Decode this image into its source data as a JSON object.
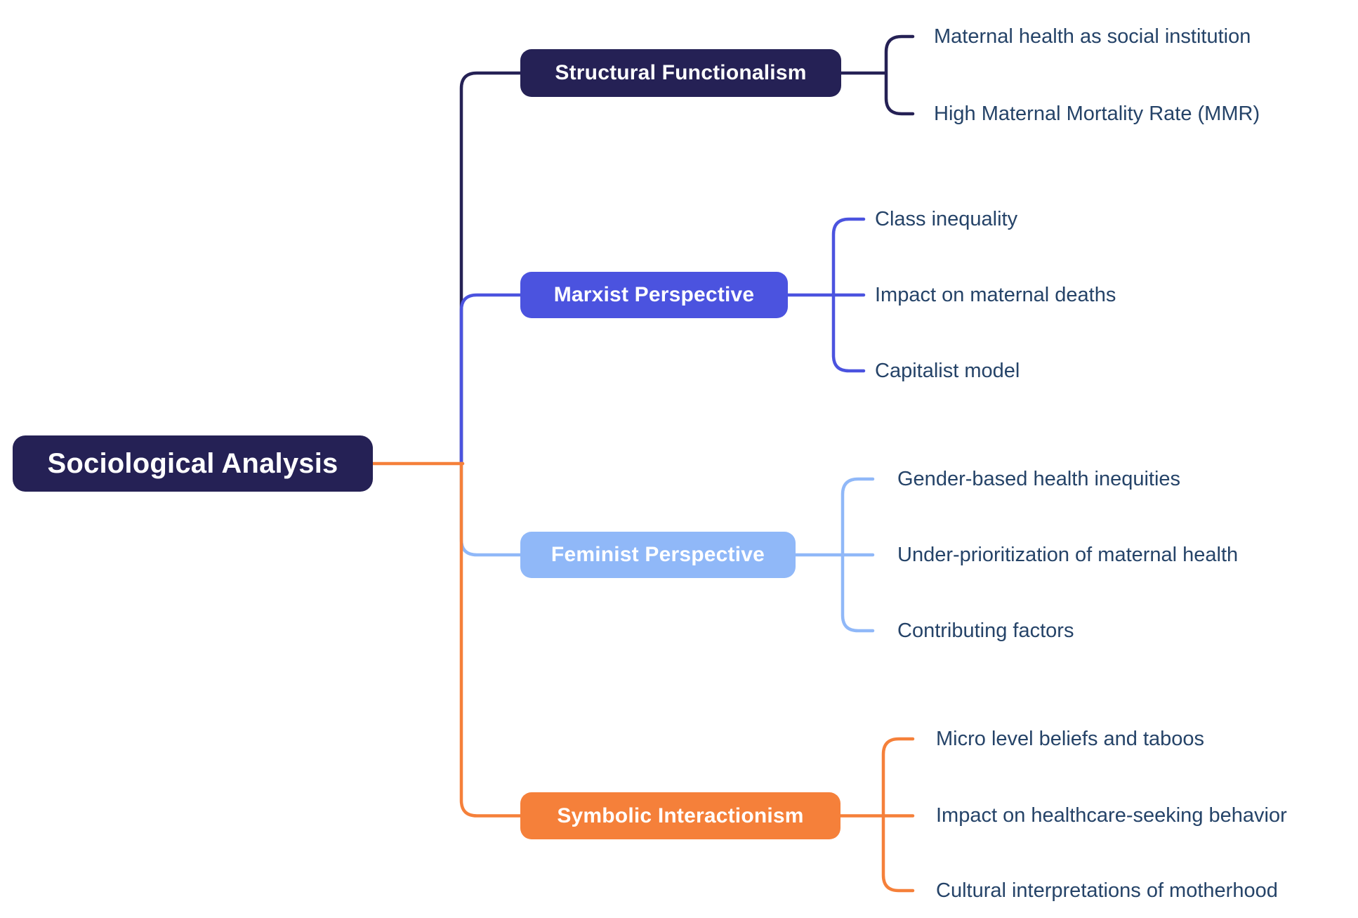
{
  "canvas": {
    "background": "#ffffff"
  },
  "mindmap": {
    "root": {
      "label": "Sociological Analysis",
      "fill": "#252155",
      "text_color": "#ffffff"
    },
    "root_connector_color": "#F5803A",
    "child_text_color": "#254368",
    "branches": [
      {
        "label": "Structural Functionalism",
        "fill": "#252155",
        "text_color": "#ffffff",
        "children": [
          "Maternal health as social institution",
          "High Maternal Mortality Rate (MMR)"
        ]
      },
      {
        "label": "Marxist Perspective",
        "fill": "#4B53DF",
        "text_color": "#ffffff",
        "children": [
          "Class inequality",
          "Impact on maternal deaths",
          "Capitalist model"
        ]
      },
      {
        "label": "Feminist Perspective",
        "fill": "#90B8F8",
        "text_color": "#ffffff",
        "children": [
          "Gender-based health inequities",
          "Under-prioritization of maternal health",
          "Contributing factors"
        ]
      },
      {
        "label": "Symbolic Interactionism",
        "fill": "#F5803A",
        "text_color": "#ffffff",
        "children": [
          "Micro level beliefs and taboos",
          "Impact on healthcare-seeking behavior",
          "Cultural interpretations of motherhood"
        ]
      }
    ]
  }
}
